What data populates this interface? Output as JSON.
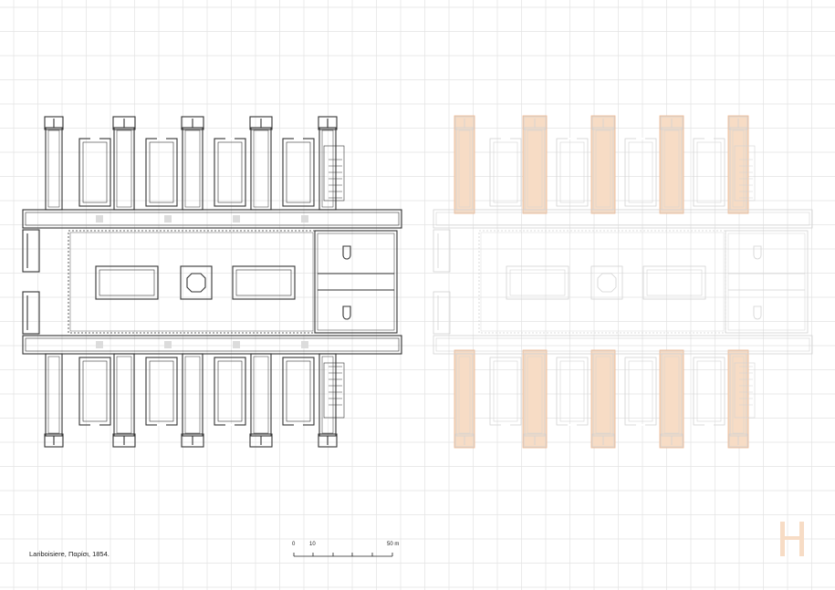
{
  "caption": "Lariboisiere, Παρίσι, 1854.",
  "scale_bar": {
    "labels": [
      "0",
      "10",
      "50 m"
    ]
  },
  "colors": {
    "grid": "#e3e3e3",
    "plan_line": "#333333",
    "plan_line_faded": "#d2d2d2",
    "highlight_fill": "#f7dcc5",
    "highlight_stroke": "#ebb58d",
    "corridor_tint": "#dcdcdc"
  },
  "icons": {
    "logo": "orange-h-logo-icon"
  }
}
